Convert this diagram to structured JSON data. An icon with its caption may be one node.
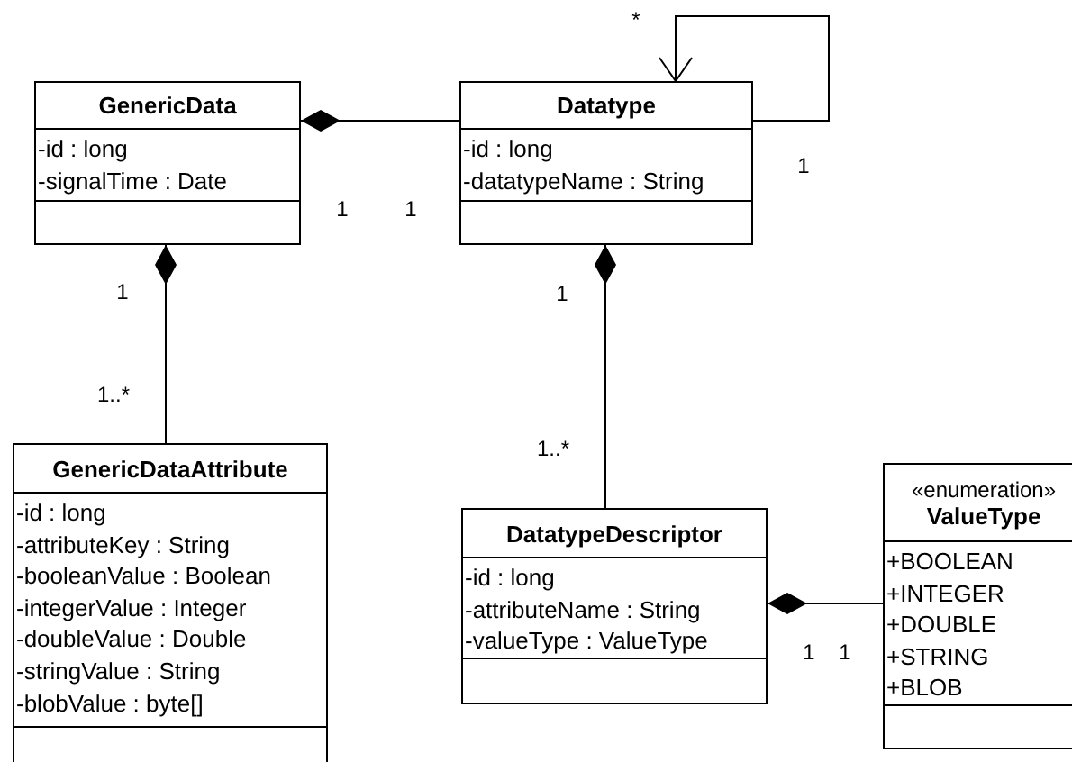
{
  "diagram": {
    "nodes": [
      {
        "text": [
          "GenericData",
          "-id : long",
          "-signalTime : Date"
        ]
      },
      {
        "text": [
          "Datatype",
          "-id : long",
          "-datatypeName : String"
        ]
      },
      {
        "text": [
          "GenericDataAttribute",
          "-id : long",
          "-attributeKey : String",
          "-booleanValue : Boolean",
          "-integerValue : Integer",
          "-doubleValue : Double",
          "-stringValue : String",
          "-blobValue : byte[]"
        ]
      },
      {
        "text": [
          "DatatypeDescriptor",
          "-id : long",
          "-attributeName : String",
          "-valueType : ValueType"
        ]
      },
      {
        "text": [
          "«enumeration»",
          "ValueType",
          "+BOOLEAN",
          "+INTEGER",
          "+DOUBLE",
          "+STRING",
          "+BLOB"
        ]
      }
    ],
    "edges": [
      {
        "from": 0,
        "to": 1,
        "arrow": "other"
      },
      {
        "from": 0,
        "to": 2,
        "arrow": "other"
      },
      {
        "from": 1,
        "to": 3,
        "arrow": "other"
      },
      {
        "from": 1,
        "to": 1,
        "arrow": "to"
      },
      {
        "from": 3,
        "to": 4,
        "arrow": "other"
      }
    ],
    "labels": [
      "*",
      "1",
      "1",
      "1",
      "1",
      "1",
      "1..*",
      "1..*",
      "1",
      "1"
    ]
  }
}
